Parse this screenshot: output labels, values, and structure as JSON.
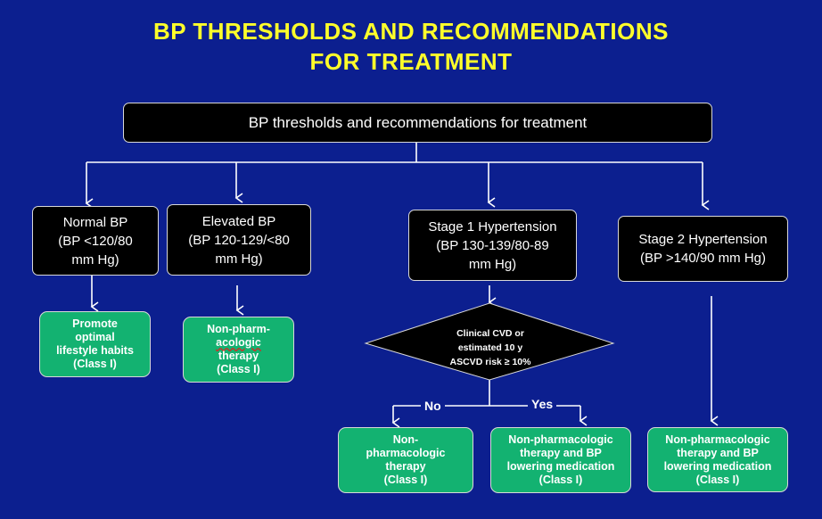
{
  "title": {
    "line1": "BP THRESHOLDS AND RECOMMENDATIONS",
    "line2": "FOR TREATMENT"
  },
  "root": "BP thresholds and recommendations for treatment",
  "categories": [
    {
      "label": "Normal  BP\n(BP <120/80\nmm  Hg)"
    },
    {
      "label": "Elevated  BP\n(BP 120-129/<80\nmm  Hg)"
    },
    {
      "label": "Stage  1 Hypertension\n(BP 130-139/80-89\nmm  Hg)"
    },
    {
      "label": "Stage  2 Hypertension\n(BP >140/90  mm  Hg)"
    }
  ],
  "recommendations": {
    "normal": "Promote\noptimal\nlifestyle habits\n(Class  I)",
    "elevated_pre": "Non-pharm-",
    "elevated_squiggle": "acologic",
    "elevated_post": "\ntherapy\n(Class  I)",
    "stage1_no": "Non-\npharmacologic\ntherapy\n(Class  I)",
    "stage1_yes": "Non-pharmacologic\ntherapy and BP\nlowering medication\n(Class  I)",
    "stage2": "Non-pharmacologic\ntherapy and BP\nlowering medication\n(Class  I)"
  },
  "decision": {
    "text": "Clinical  CVD or\nestimated 10 y\nASCVD risk ≥ 10%",
    "no_label": "No",
    "yes_label": "Yes"
  },
  "colors": {
    "background": "#0c1f8f",
    "title": "#ffff2a",
    "box": "#000000",
    "recommendation": "#13b271"
  }
}
